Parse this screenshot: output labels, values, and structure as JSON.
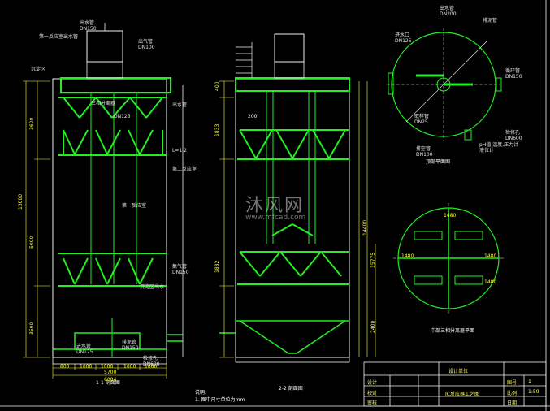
{
  "watermark": {
    "name": "沐风网",
    "url": "www.mfcad.com"
  },
  "view_titles": {
    "section_1": "1-1 剖面图",
    "section_2": "2-2 剖面图",
    "plan_top": "顶部平面图",
    "plan_bottom": "中部三相分离器平面"
  },
  "notes": {
    "header": "说明:",
    "line1": "1. 图中尺寸单位为mm"
  },
  "dimensions": {
    "overall_height": "13000",
    "upper_height": "3600",
    "middle_height": "5000",
    "bottom_height": "3500",
    "width_total": "5700",
    "width_sub": "6004",
    "seg1": "800",
    "seg2": "1000",
    "seg3": "1000",
    "seg4": "1000",
    "seg5": "1000",
    "right_h1": "14400",
    "right_h2": "15775",
    "right_h3": "2400",
    "s2_top": "400",
    "s2_a": "1833",
    "s2_b": "1832",
    "s2_c": "200",
    "plan_d1": "1480",
    "plan_d2": "1480",
    "plan_d3": "1480",
    "plan_d4": "1480"
  },
  "labels_left": [
    "出水管",
    "DN150",
    "第一反应室出水管",
    "出气管",
    "DN100",
    "沉淀区",
    "三相分离器",
    "DN125",
    "出水管",
    "L=1.2",
    "第一反应室",
    "第二反应室",
    "集气管",
    "DN150",
    "沉淀区出水",
    "进水管",
    "DN125",
    "排泥管",
    "DN150",
    "检修孔",
    "DN600"
  ],
  "labels_right": [
    "出水管",
    "DN200",
    "排泥管",
    "进水口",
    "DN125",
    "循环管",
    "DN150",
    "检修孔",
    "DN600",
    "取样管",
    "DN25",
    "排空管",
    "DN100",
    "pH值,温度,压力计",
    "液位计"
  ],
  "title_block": {
    "project": "设计单位",
    "drawing_title": "IC反应器工艺图",
    "row1_a": "设计",
    "row1_b": "图号",
    "row1_c": "1",
    "row2_a": "校对",
    "row2_b": "比例",
    "row2_c": "1:50",
    "row3_a": "审核",
    "row3_b": "日期",
    "row3_c": ""
  },
  "colors": {
    "structure": "#22ee22",
    "lines": "#f0f0f0",
    "dimension": "#ffff33",
    "annotation": "#00e5e5",
    "title_block": "#ffffff",
    "background": "#000000"
  }
}
